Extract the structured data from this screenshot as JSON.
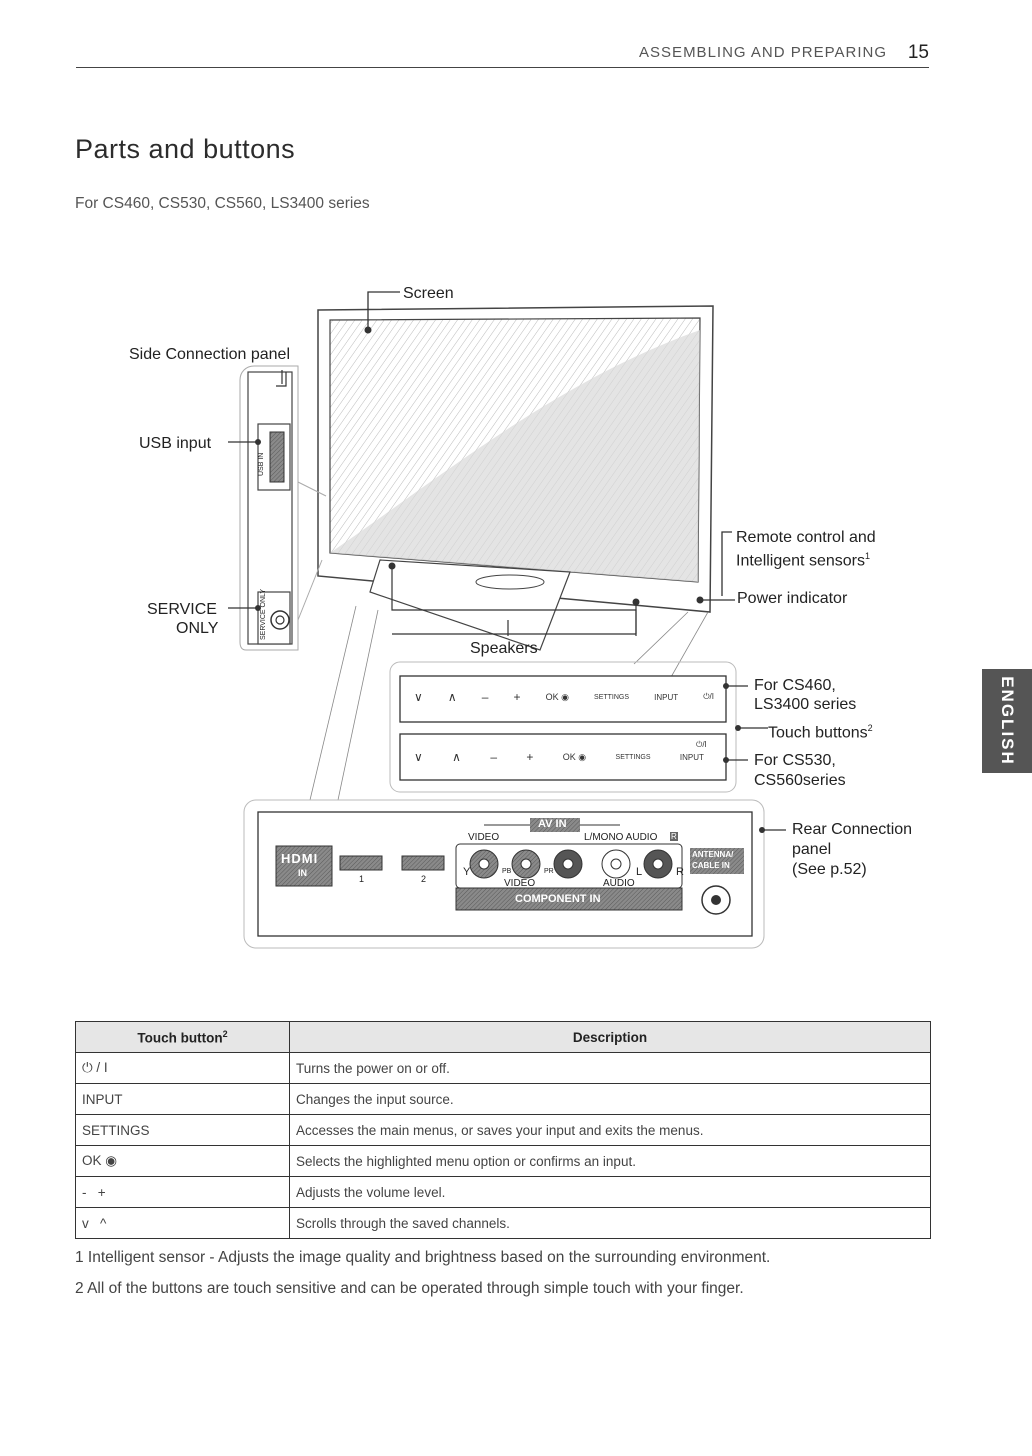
{
  "header": {
    "section": "ASSEMBLING AND PREPARING",
    "page_number": "15"
  },
  "title": "Parts and buttons",
  "subtitle": "For CS460, CS530, CS560, LS3400 series",
  "side_tab": "ENGLISH",
  "labels": {
    "screen": "Screen",
    "side_connection_panel": "Side Connection panel",
    "usb_input": "USB input",
    "service_only_1": "SERVICE",
    "service_only_2": "ONLY",
    "remote_sensor_1": "Remote control and",
    "remote_sensor_2": "Intelligent sensors",
    "remote_sensor_sup": "1",
    "power_indicator": "Power indicator",
    "speakers": "Speakers",
    "for_cs460_1": "For CS460,",
    "for_cs460_2": "LS3400 series",
    "touch_buttons": "Touch buttons",
    "touch_buttons_sup": "2",
    "for_cs530_1": "For CS530,",
    "for_cs530_2": "CS560series",
    "rear_panel_1": "Rear Connection",
    "rear_panel_2": "panel",
    "rear_panel_3": "(See p.52)"
  },
  "diagram_text": {
    "usb_vertical": "USB IN",
    "service_vertical": "SERVICE ONLY",
    "button_row_1": [
      "∨",
      "∧",
      "–",
      "+",
      "OK ◉",
      "SETTINGS",
      "INPUT",
      "⏻/I"
    ],
    "button_row_2": [
      "∨",
      "∧",
      "–",
      "+",
      "OK ◉",
      "SETTINGS",
      "INPUT",
      "⏻/I"
    ],
    "hdmi": "HDMI",
    "hdmi_in": "IN",
    "hdmi_port_1": "1",
    "hdmi_port_2": "2",
    "av_in": "AV IN",
    "video": "VIDEO",
    "l_mono_audio": "L/MONO AUDIO",
    "audio_r_mark": "R",
    "y": "Y",
    "pb": "PB",
    "pr": "PR",
    "l": "L",
    "r": "R",
    "component_video": "VIDEO",
    "component_audio": "AUDIO",
    "component_in": "COMPONENT IN",
    "antenna_1": "ANTENNA/",
    "antenna_2": "CABLE IN"
  },
  "table": {
    "headers": [
      "Touch button",
      "Description"
    ],
    "header_sup": "2",
    "rows": [
      [
        "⏻ / I",
        "Turns the power on or off."
      ],
      [
        "INPUT",
        "Changes the input source."
      ],
      [
        "SETTINGS",
        "Accesses the main menus, or saves your input and exits the menus."
      ],
      [
        "OK ◉",
        "Selects the highlighted menu option or confirms an input."
      ],
      [
        "-   +",
        "Adjusts the volume level."
      ],
      [
        "v   ^",
        "Scrolls through the saved channels."
      ]
    ]
  },
  "footnotes": [
    "1 Intelligent sensor - Adjusts the image quality and brightness based on the surrounding environment.",
    "2 All of the buttons are touch sensitive and can be operated through simple touch with your finger."
  ]
}
